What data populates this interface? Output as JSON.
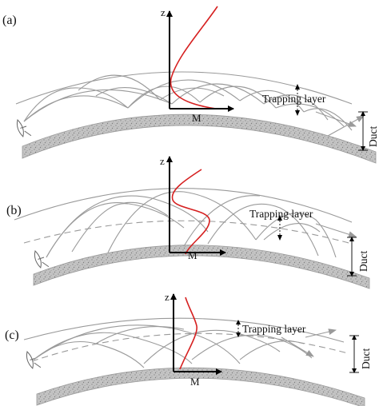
{
  "panels": [
    {
      "id": "a",
      "label": "(a)",
      "trapping_label": "Trapping layer",
      "duct_label": "Duct",
      "z_label": "z",
      "m_label": "M"
    },
    {
      "id": "b",
      "label": "(b)",
      "trapping_label": "Trapping layer",
      "duct_label": "Duct",
      "z_label": "z",
      "m_label": "M"
    },
    {
      "id": "c",
      "label": "(c)",
      "trapping_label": "Trapping layer",
      "duct_label": "Duct",
      "z_label": "z",
      "m_label": "M"
    }
  ],
  "colors": {
    "profile": "#d62020",
    "rays": "#9a9a9a",
    "ground": "#bdbdbd",
    "axes": "#000000"
  },
  "icons": [
    "antenna-icon"
  ]
}
